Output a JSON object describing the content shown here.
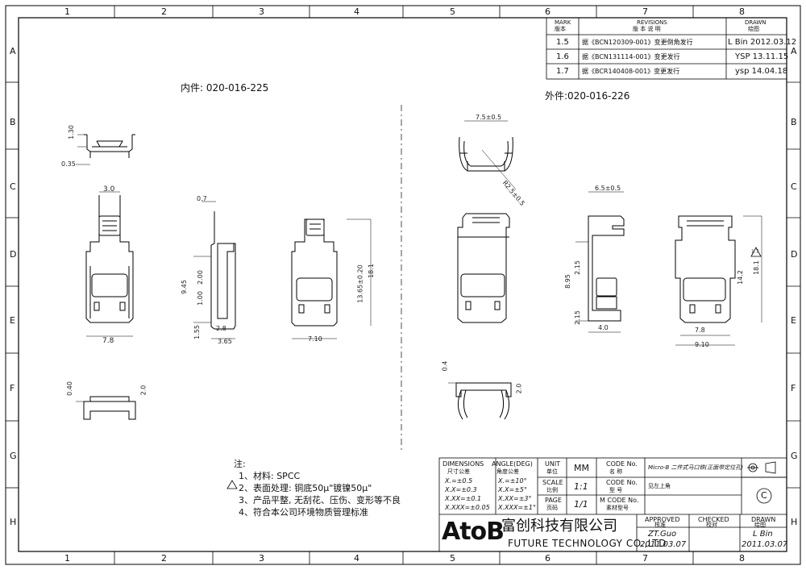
{
  "border": {
    "columns": [
      "1",
      "2",
      "3",
      "4",
      "5",
      "6",
      "7",
      "8"
    ],
    "rows": [
      "A",
      "B",
      "C",
      "D",
      "E",
      "F",
      "G",
      "H"
    ]
  },
  "revisions": {
    "header": {
      "mark_en": "MARK",
      "mark_cn": "版本",
      "rev_en": "REVISIONS",
      "rev_cn": "版 本 说 明",
      "drawn_en": "DRAWN",
      "drawn_cn": "绘图"
    },
    "rows": [
      {
        "mark": "1.5",
        "desc": "据《BCN120309-001》变更倒角发行",
        "drawn": "L Bin 2012.03.12"
      },
      {
        "mark": "1.6",
        "desc": "据《BCN131114-001》变更发行",
        "drawn": "YSP  13.11.15"
      },
      {
        "mark": "1.7",
        "desc": "据《BCR140408-001》变更发行",
        "drawn": "ysp  14.04.18"
      }
    ]
  },
  "parts": {
    "inner_label": "内件: 020-016-225",
    "outer_label": "外件:020-016-226"
  },
  "dimensions": {
    "d_1_30": "1.30",
    "d_0_35": "0.35",
    "d_3_0": "3.0",
    "d_7_8a": "7.8",
    "d_0_7": "0.7",
    "d_9_45": "9.45",
    "d_2_00": "2.00",
    "d_1_00": "1.00",
    "d_1_55": "1.55",
    "d_2_8": "2.8",
    "d_3_65": "3.65",
    "d_13_65": "13.65±0.20",
    "d_18_1a": "18.1",
    "d_7_10": "7.10",
    "d_0_40": "0.40",
    "d_2_0": "2.0",
    "d_7_5": "7.5±0.5",
    "d_r2_5": "R2.5±0.5",
    "d_6_5": "6.5±0.5",
    "d_2_15a": "2.15",
    "d_8_95": "8.95",
    "d_2_15b": "2.15",
    "d_4_0": "4.0",
    "d_14_2": "14.2",
    "d_18_1b": "18.1",
    "d_7_8b": "7.8",
    "d_9_10": "9.10",
    "d_0_4": "0.4",
    "d_2_0b": "2.0",
    "tri_1_7": "1.7"
  },
  "notes": {
    "title": "注:",
    "items": [
      "1、材料: SPCC",
      "2、表面处理: 铜底50μ\"镀镍50μ\"",
      "3、产品平整, 无刮花、压伤、变形等不良",
      "4、符合本公司环境物质管理标准"
    ]
  },
  "title_block": {
    "dims_en": "DIMENSIONS",
    "dims_cn": "尺寸公差",
    "angle_en": "ANGLE(DEG)",
    "angle_cn": "角度公差",
    "tol_lin": [
      "X.=±0.5",
      "X.X=±0.3",
      "X.XX=±0.1",
      "X.XXX=±0.05"
    ],
    "tol_ang": [
      "X.=±10°",
      "X.X=±5°",
      "X.XX=±3°",
      "X.XXX=±1°"
    ],
    "unit_en": "UNIT",
    "unit_cn": "单位",
    "unit_val": "MM",
    "scale_en": "SCALE",
    "scale_cn": "比例",
    "scale_val": "1:1",
    "page_en": "PAGE",
    "page_cn": "页码",
    "page_val": "1/1",
    "name_en": "CODE No.",
    "name_cn": "名 称",
    "name_val": "Micro-B 二件式马口铁(正面带定位孔)",
    "code_en": "CODE No.",
    "code_cn": "型 号",
    "code_val": "见左上角",
    "mcode_en": "M CODE No.",
    "mcode_cn": "素材型号",
    "approved_en": "APPROVED",
    "approved_cn": "核准",
    "approved_name": "ZT.Guo",
    "approved_date": "2011.03.07",
    "checked_en": "CHECKED",
    "checked_cn": "校对",
    "drawn_en": "DRAWN",
    "drawn_cn": "绘图",
    "drawn_name": "L Bin",
    "drawn_date": "2011.03.07",
    "logo": "AtoB",
    "company_cn": "富创科技有限公司",
    "company_en": "FUTURE TECHNOLOGY CO.,LTD",
    "copyright": "C"
  }
}
